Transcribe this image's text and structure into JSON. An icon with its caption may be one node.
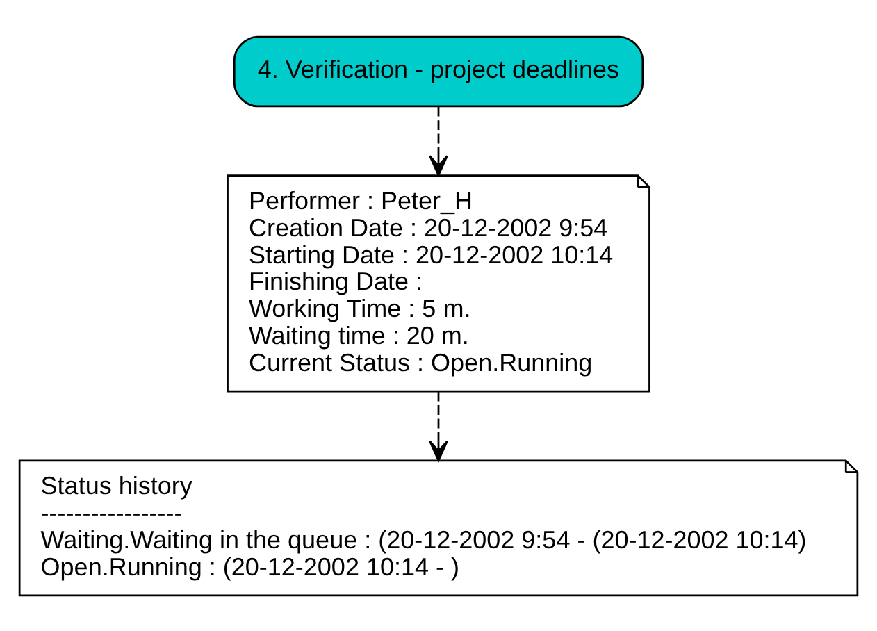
{
  "diagram": {
    "nodes": [
      {
        "text": [
          "4. Verification - project deadlines"
        ]
      },
      {
        "text": [
          "Performer : Peter_H",
          "Creation Date : 20-12-2002 9:54",
          "Starting Date : 20-12-2002 10:14",
          "Finishing Date :",
          "Working Time : 5 m.",
          "Waiting time : 20 m.",
          "Current Status : Open.Running"
        ]
      },
      {
        "text": [
          "Status history",
          "-----------------",
          "Waiting.Waiting in the queue : (20-12-2002 9:54 - (20-12-2002 10:14)",
          "Open.Running : (20-12-2002 10:14 - )"
        ]
      }
    ],
    "edges": [
      {
        "from": 0,
        "to": 1,
        "arrow": "to",
        "style": "dashed"
      },
      {
        "from": 1,
        "to": 2,
        "arrow": "to",
        "style": "dashed"
      }
    ]
  }
}
